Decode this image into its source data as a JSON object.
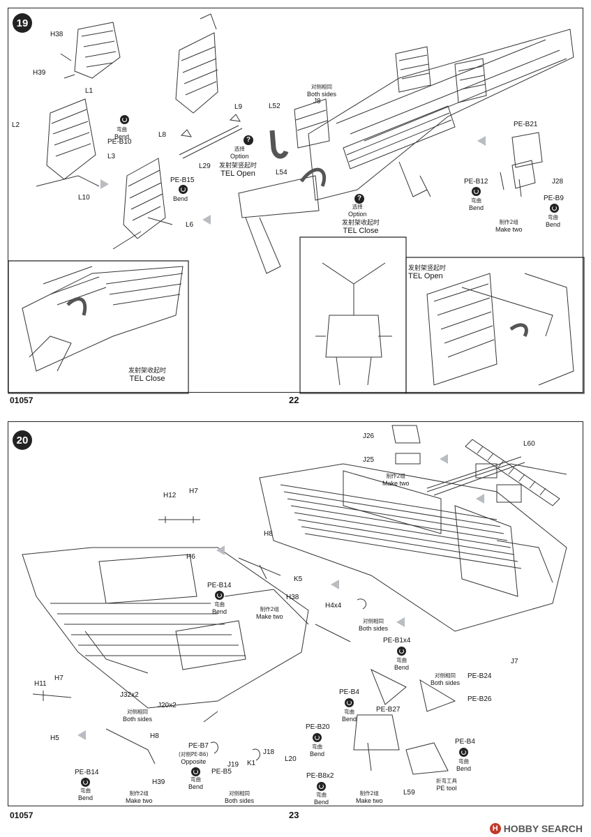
{
  "step19": {
    "badge": "19",
    "labels": {
      "H38": "H38",
      "H39": "H39",
      "L1": "L1",
      "L2": "L2",
      "PE_B10": "PE-B10",
      "L3": "L3",
      "L10": "L10",
      "L9": "L9",
      "L8": "L8",
      "L29": "L29",
      "PE_B15": "PE-B15",
      "L6": "L6",
      "L52": "L52",
      "L54": "L54",
      "J8": "J8",
      "PE_B21": "PE-B21",
      "PE_B12": "PE-B12",
      "J28": "J28",
      "PE_B9": "PE-B9"
    },
    "bend_cn": "弯曲",
    "bend_en": "Bend",
    "both_sides_cn": "对侧相同",
    "both_sides_en": "Both sides",
    "option_cn": "选择",
    "option_en": "Option",
    "tel_open_cn": "发射架竖起时",
    "tel_open_en": "TEL Open",
    "tel_close_cn": "发射架收起时",
    "tel_close_en": "TEL Close",
    "make_two_cn": "制作2组",
    "make_two_en": "Make two",
    "footer_code": "01057",
    "page_number": "22"
  },
  "step20": {
    "badge": "20",
    "labels": {
      "J26": "J26",
      "J25": "J25",
      "L60": "L60",
      "H12": "H12",
      "H7a": "H7",
      "H6": "H6",
      "H8a": "H8",
      "K5": "K5",
      "PE_B14a": "PE-B14",
      "H38": "H38",
      "H4x4": "H4x4",
      "PE_B1x4": "PE-B1x4",
      "J7": "J7",
      "PE_B24": "PE-B24",
      "H11": "H11",
      "H7b": "H7",
      "H5": "H5",
      "J32x2": "J32x2",
      "J20x2": "J20x2",
      "PE_B4a": "PE-B4",
      "PE_B27": "PE-B27",
      "PE_B26": "PE-B26",
      "H8b": "H8",
      "PE_B7": "PE-B7",
      "PE_B6": "(对侧PE-B6)",
      "opposite": "Opposite",
      "PE_B14b": "PE-B14",
      "H39": "H39",
      "PE_B5": "PE-B5",
      "J19": "J19",
      "K1": "K1",
      "J18": "J18",
      "L20": "L20",
      "PE_B20": "PE-B20",
      "PE_B4b": "PE-B4",
      "PE_B8x2": "PE-B8x2",
      "L59": "L59"
    },
    "pe_tool_cn": "折弯工具",
    "pe_tool_en": "PE tool",
    "footer_code": "01057",
    "page_number": "23"
  },
  "watermark": "HOBBY SEARCH"
}
